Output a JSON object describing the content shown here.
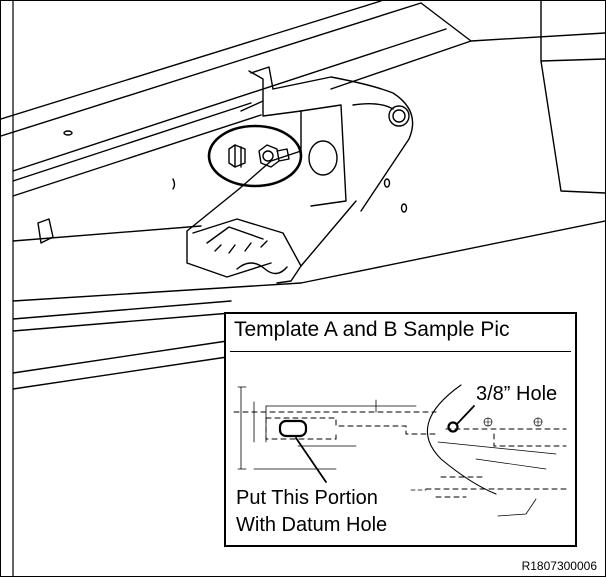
{
  "inset": {
    "title": "Template A and B Sample Pic",
    "hole_label": "3/8” Hole",
    "portion_label_line1": "Put This Portion",
    "portion_label_line2": "With Datum Hole"
  },
  "figure_code": "R1807300006"
}
